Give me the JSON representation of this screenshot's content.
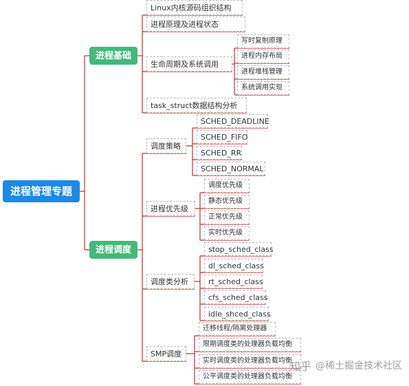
{
  "colors": {
    "line": "#cc2a2a",
    "root_bg": "#1e88e5",
    "l1_bg": "#43b97a"
  },
  "root": "进程管理专题",
  "basics": {
    "label": "进程基础",
    "items": {
      "linux_src": "Linux内核源码组织结构",
      "principle": "进程原理及进程状态",
      "lifecycle": "生命周期及系统调用",
      "task_struct": "task_struct数据结构分析"
    },
    "lifecycle_children": [
      "写时复制原理",
      "进程内存布局",
      "进程堆栈管理",
      "系统调用实现"
    ]
  },
  "sched": {
    "label": "进程调度",
    "policy": {
      "label": "调度策略",
      "children": [
        "SCHED_DEADLINE",
        "SCHED_FIFO",
        "SCHED_RR",
        "SCHED_NORMAL"
      ]
    },
    "priority": {
      "label": "进程优先级",
      "children": [
        "调度优先级",
        "静态优先级",
        "正常优先级",
        "实时优先级"
      ]
    },
    "class": {
      "label": "调度类分析",
      "children": [
        "stop_sched_class",
        "dl_sched_class",
        "rt_sched_class",
        "cfs_sched_class",
        "idle_shced_class"
      ]
    },
    "smp": {
      "label": "SMP调度",
      "children": [
        "迁移线程/隔离处理器",
        "限期调度类的处理器负载均衡",
        "实时调度类的处理器负载均衡",
        "公平调度类的处理器负载均衡"
      ]
    }
  },
  "watermark": {
    "platform": "知乎",
    "author": "@稀土掘金技术社区"
  }
}
